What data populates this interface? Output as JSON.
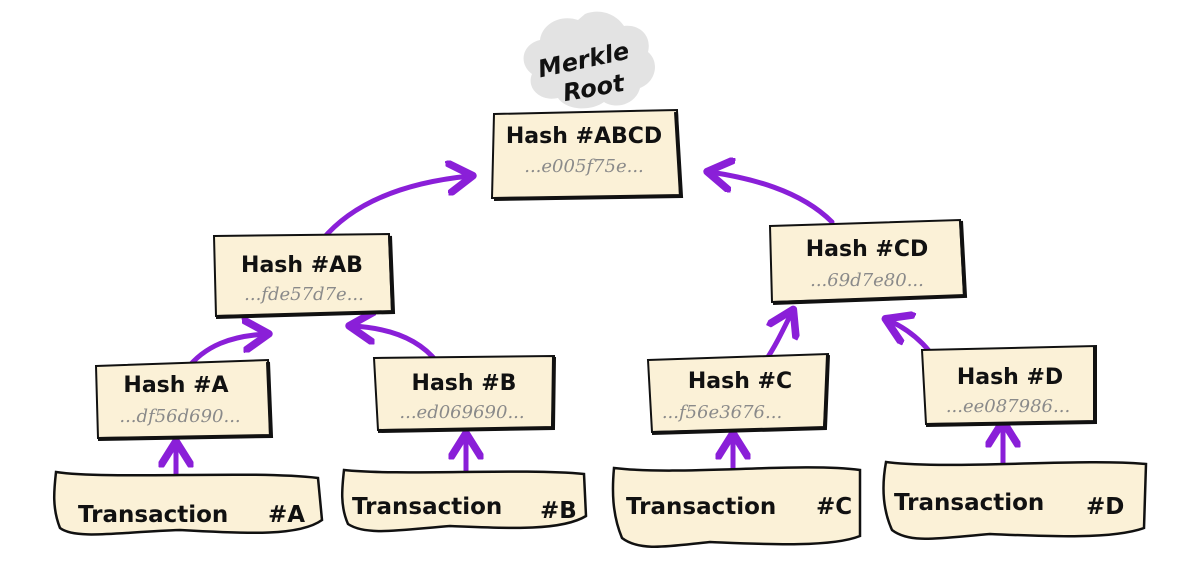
{
  "root_badge": {
    "line1": "Merkle",
    "line2": "Root"
  },
  "nodes": {
    "abcd": {
      "label": "Hash #ABCD",
      "hash": "...e005f75e..."
    },
    "ab": {
      "label": "Hash #AB",
      "hash": "...fde57d7e..."
    },
    "cd": {
      "label": "Hash #CD",
      "hash": "...69d7e80..."
    },
    "a": {
      "label": "Hash #A",
      "hash": "...df56d690..."
    },
    "b": {
      "label": "Hash #B",
      "hash": "...ed069690..."
    },
    "c": {
      "label": "Hash #C",
      "hash": "...f56e3676..."
    },
    "d": {
      "label": "Hash #D",
      "hash": "...ee087986..."
    }
  },
  "transactions": {
    "a": {
      "label": "Transaction",
      "id": "#A"
    },
    "b": {
      "label": "Transaction",
      "id": "#B"
    },
    "c": {
      "label": "Transaction",
      "id": "#C"
    },
    "d": {
      "label": "Transaction",
      "id": "#D"
    }
  },
  "colors": {
    "box_fill": "#fbf1d7",
    "box_stroke": "#111111",
    "arrow": "#8a1fd8",
    "badge": "#e3e3e3",
    "hash_text": "#8a8a8a"
  }
}
